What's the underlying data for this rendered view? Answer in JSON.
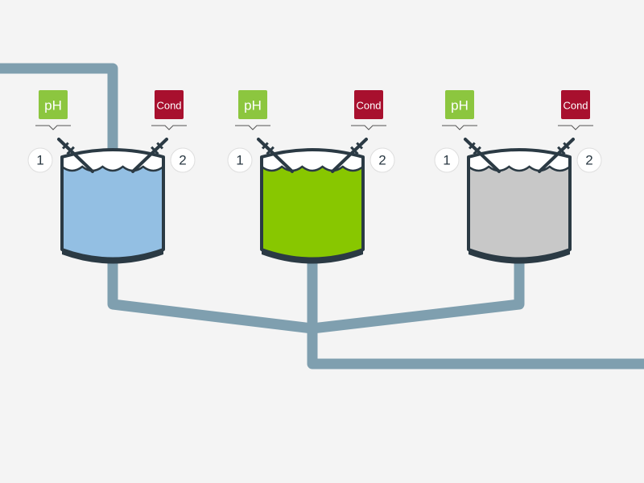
{
  "colors": {
    "background": "#f4f4f4",
    "pipe": "#7f9faf",
    "outline": "#2b3a44",
    "ph_badge": "#8cc63f",
    "cond_badge": "#a8102e",
    "badge_text": "#ffffff",
    "circle_fill": "#ffffff",
    "circle_text": "#2b3a44"
  },
  "tanks": [
    {
      "liquid_color": "#93bfe3",
      "ph_label": "pH",
      "cond_label": "Cond",
      "ph_probe_number": "1",
      "cond_probe_number": "2"
    },
    {
      "liquid_color": "#88c700",
      "ph_label": "pH",
      "cond_label": "Cond",
      "ph_probe_number": "1",
      "cond_probe_number": "2"
    },
    {
      "liquid_color": "#c8c8c8",
      "ph_label": "pH",
      "cond_label": "Cond",
      "ph_probe_number": "1",
      "cond_probe_number": "2"
    }
  ]
}
